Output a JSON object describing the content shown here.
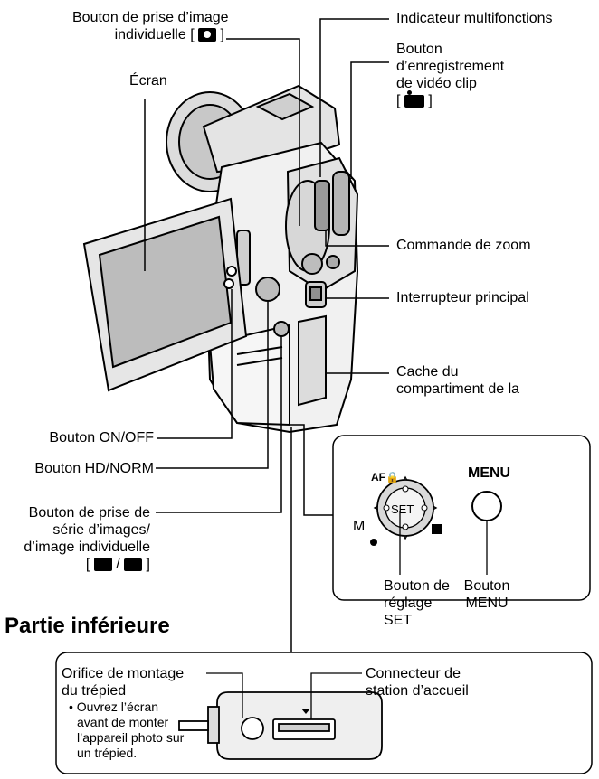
{
  "labels": {
    "shutter_single_1": "Bouton de prise d’image",
    "shutter_single_2": "individuelle [",
    "shutter_single_3": "]",
    "screen": "Écran",
    "multi_indicator": "Indicateur multifonctions",
    "video_1": "Bouton",
    "video_2": "d’enregistrement",
    "video_3": "de vidéo clip",
    "video_4a": "[",
    "video_4b": "]",
    "zoom": "Commande de zoom",
    "main_switch": "Interrupteur principal",
    "battery_1": "Cache du",
    "battery_2": "compartiment de la",
    "on_off": "Bouton ON/OFF",
    "hd_norm": "Bouton HD/NORM",
    "burst_1": "Bouton de prise de",
    "burst_2": "série d’images/",
    "burst_3": "d’image individuelle",
    "burst_4a": "[",
    "burst_4b": "/",
    "burst_4c": "]"
  },
  "control_panel": {
    "af_lock": "AF🔒",
    "m": "M",
    "set": "SET",
    "menu": "MENU",
    "set_btn_1": "Bouton de",
    "set_btn_2": "réglage",
    "set_btn_3": "SET",
    "menu_btn_1": "Bouton",
    "menu_btn_2": "MENU"
  },
  "section_title": "Partie inférieure",
  "bottom": {
    "tripod_1": "Orifice de montage",
    "tripod_2": "du trépied",
    "tripod_note_1": "• Ouvrez l’écran",
    "tripod_note_2": "avant de monter",
    "tripod_note_3": "l’appareil photo sur",
    "tripod_note_4": "un trépied.",
    "dock_1": "Connecteur de",
    "dock_2": "station d’accueil"
  }
}
